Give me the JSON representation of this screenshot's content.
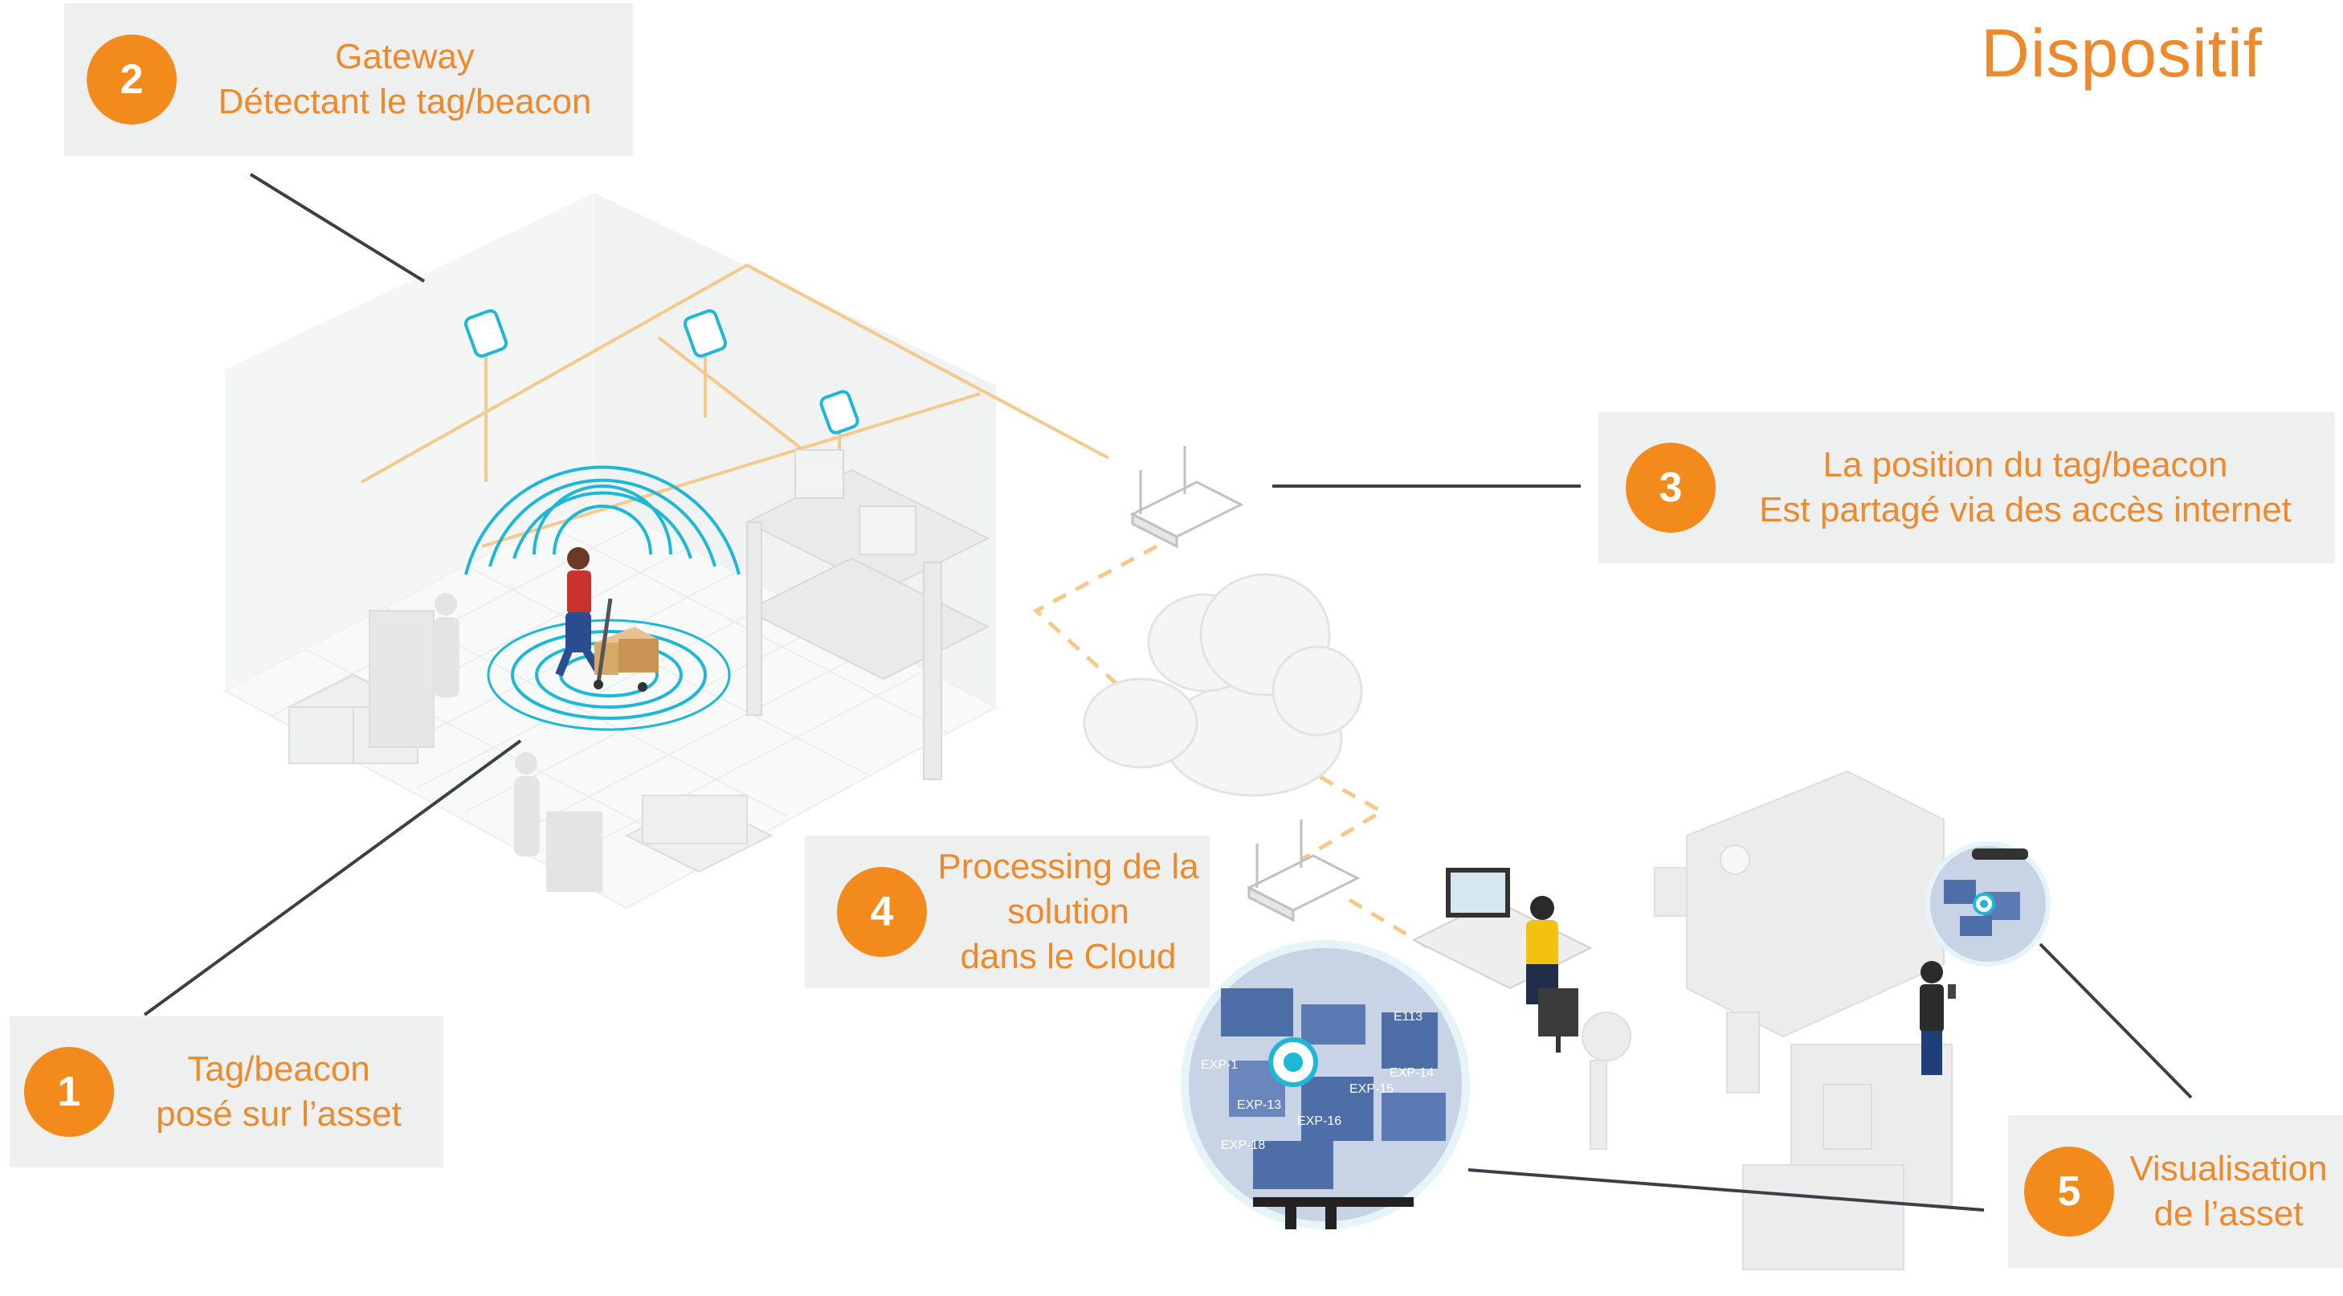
{
  "title": "Dispositif",
  "steps": [
    {
      "number": "1",
      "lines": [
        "Tag/beacon",
        "posé sur l’asset"
      ]
    },
    {
      "number": "2",
      "lines": [
        "Gateway",
        "Détectant le tag/beacon"
      ]
    },
    {
      "number": "3",
      "lines": [
        "La position du tag/beacon",
        "Est partagé via des accès internet"
      ]
    },
    {
      "number": "4",
      "lines": [
        "Processing de la",
        "solution",
        "dans le Cloud"
      ]
    },
    {
      "number": "5",
      "lines": [
        "Visualisation",
        "de l’asset"
      ]
    }
  ],
  "map_labels": [
    "E113",
    "EXP-1",
    "EXP-13",
    "EXP-16",
    "EXP-18",
    "EXP-14",
    "EXP-15"
  ],
  "colors": {
    "accent": "#ec8a2d",
    "badge": "#f28a1c",
    "callout_bg": "#eef0ef",
    "signal": "#1fb7d6",
    "network_line": "#f5c98a",
    "leader_line": "#3a4048"
  }
}
